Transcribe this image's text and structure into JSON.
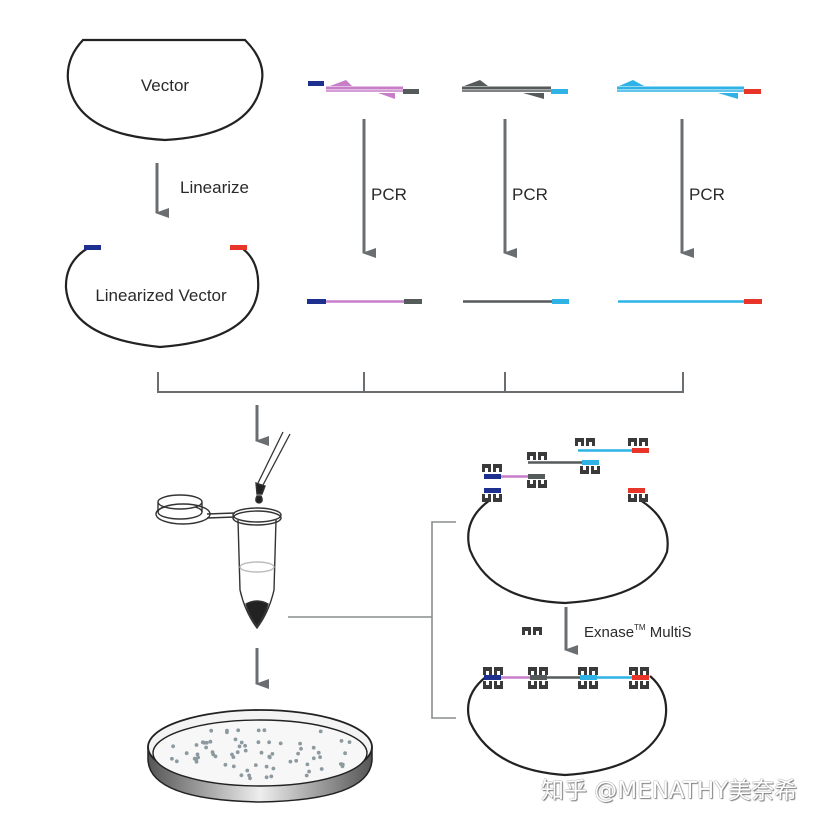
{
  "diagram": {
    "title": "Multi-fragment seamless cloning workflow",
    "labels": {
      "vector": "Vector",
      "linearize": "Linearize",
      "linearized_vector": "Linearized Vector",
      "pcr": [
        "PCR",
        "PCR",
        "PCR"
      ],
      "enzyme": "Exnase",
      "enzyme_tm": "TM",
      "enzyme_suffix": " MultiS"
    },
    "fragments": [
      {
        "name": "fragment-1",
        "left_end": "vector-homology-blue",
        "body": "insert-1-violet",
        "right_end": "overlap-gray"
      },
      {
        "name": "fragment-2",
        "left_end": "none",
        "body": "insert-2-gray",
        "right_end": "overlap-cyan"
      },
      {
        "name": "fragment-3",
        "left_end": "none",
        "body": "insert-3-cyan",
        "right_end": "vector-homology-red"
      }
    ],
    "steps": [
      "Linearize vector",
      "PCR amplify fragments with homology arms",
      "Mix linearized vector and fragments",
      "Recombination with Exnase MultiS",
      "Transform and plate colonies"
    ],
    "colors": {
      "blue_end": "#1d2f8f",
      "red_end": "#e8352a",
      "violet": "#c77dc7",
      "dark_gray": "#555a5a",
      "cyan": "#2fb3e6",
      "arrow": "#6b6e70",
      "outline": "#222222"
    }
  },
  "watermark": "知乎 @MENATHY美奈希"
}
